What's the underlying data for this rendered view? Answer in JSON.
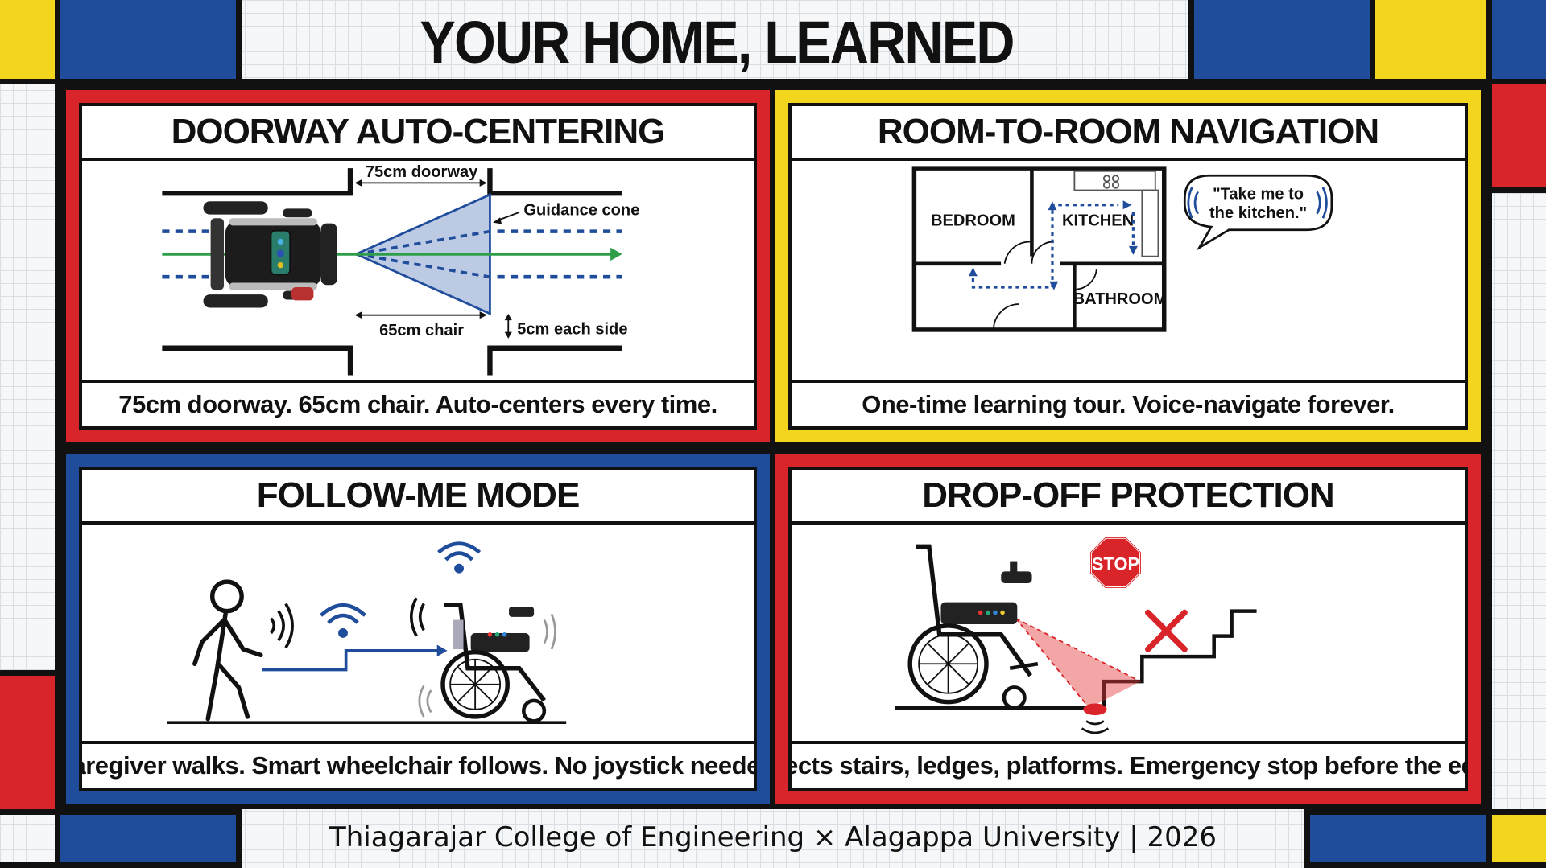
{
  "title": "YOUR HOME, LEARNED",
  "panels": {
    "doorway": {
      "heading": "DOORWAY AUTO-CENTERING",
      "caption": "75cm doorway. 65cm chair. Auto-centers every time.",
      "labels": {
        "doorway_width": "75cm doorway",
        "guidance_cone": "Guidance cone",
        "chair_width": "65cm chair",
        "clearance": "5cm each side"
      }
    },
    "navigation": {
      "heading": "ROOM-TO-ROOM NAVIGATION",
      "caption": "One-time learning tour. Voice-navigate forever.",
      "rooms": [
        "BEDROOM",
        "KITCHEN",
        "BATHROOM"
      ],
      "speech": [
        "\"Take me to",
        "the kitchen.\""
      ]
    },
    "follow": {
      "heading": "FOLLOW-ME MODE",
      "caption": "Caregiver walks. Smart wheelchair follows. No joystick needed."
    },
    "dropoff": {
      "heading": "DROP-OFF PROTECTION",
      "caption": "Detects stairs, ledges, platforms. Emergency stop before the edge.",
      "sign": "STOP"
    }
  },
  "footer": "Thiagarajar College of Engineering × Alagappa University | 2026",
  "colors": {
    "red": "#d9252a",
    "blue": "#1f4c9b",
    "yellow": "#f2d51c",
    "black": "#111111"
  }
}
